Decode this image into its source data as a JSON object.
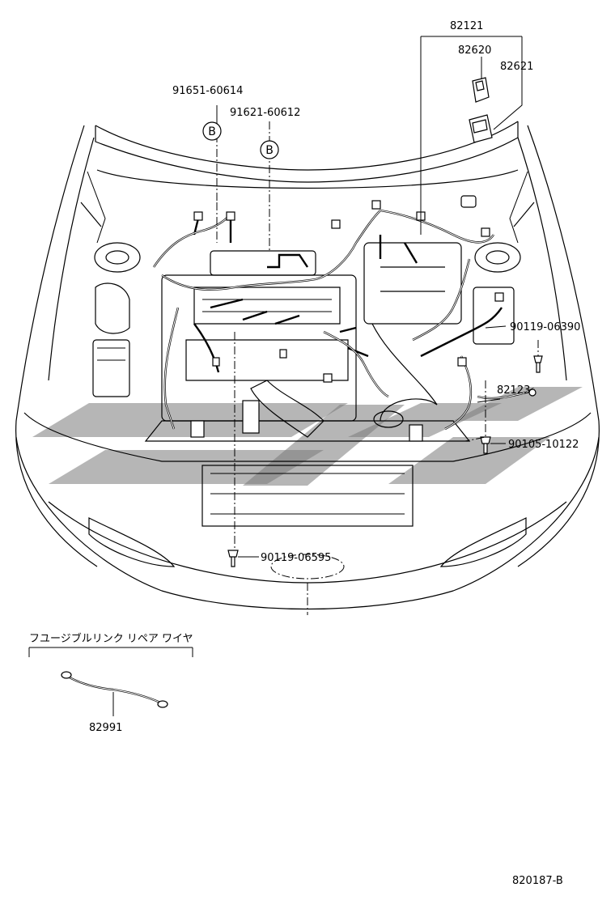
{
  "parts": {
    "harness_main": "82121",
    "relay_block_1": "82620",
    "relay_block_2": "82621",
    "clamp_left": "91651-60614",
    "clamp_right": "91621-60612",
    "bolt_right": "90119-06390",
    "ground_wire": "82123",
    "bolt_ground": "90105-10122",
    "bolt_front": "90119-06595",
    "fusible_link": "82991"
  },
  "badges": {
    "clamp_left": "B",
    "clamp_right": "B"
  },
  "section_title": "フユージブルリンク リペア ワイヤ",
  "diagram_id": "820187-B"
}
